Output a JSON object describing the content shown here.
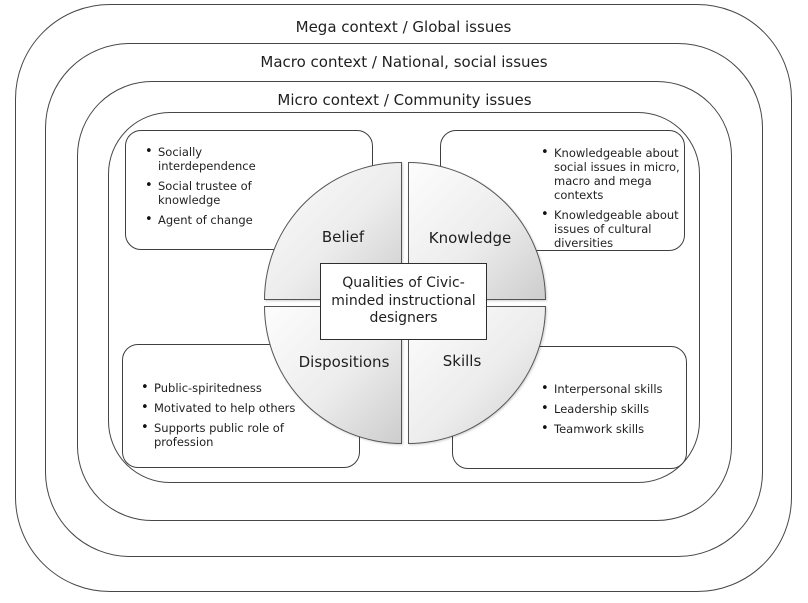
{
  "rings": [
    {
      "label": "Mega context / Global issues"
    },
    {
      "label": "Macro context / National, social issues"
    },
    {
      "label": "Micro context / Community issues"
    }
  ],
  "center_label": "Qualities of Civic-minded instructional designers",
  "quadrants": {
    "belief": {
      "label": "Belief",
      "items": [
        "Socially interdependence",
        "Social trustee of knowledge",
        "Agent of change"
      ]
    },
    "knowledge": {
      "label": "Knowledge",
      "items": [
        "Knowledgeable about social issues in micro, macro and mega contexts",
        "Knowledgeable about issues of cultural diversities"
      ]
    },
    "dispositions": {
      "label": "Dispositions",
      "items": [
        "Public-spiritedness",
        "Motivated to help others",
        "Supports public role of profession"
      ]
    },
    "skills": {
      "label": "Skills",
      "items": [
        "Interpersonal skills",
        "Leadership skills",
        "Teamwork skills"
      ]
    }
  },
  "colors": {
    "stroke": "#474747",
    "box_border": "#3f3f3f",
    "quadrant_fill_light": "#fdfdfd",
    "quadrant_fill_dark": "#cdcdcd",
    "background": "#ffffff",
    "text": "#1f1f1f"
  }
}
